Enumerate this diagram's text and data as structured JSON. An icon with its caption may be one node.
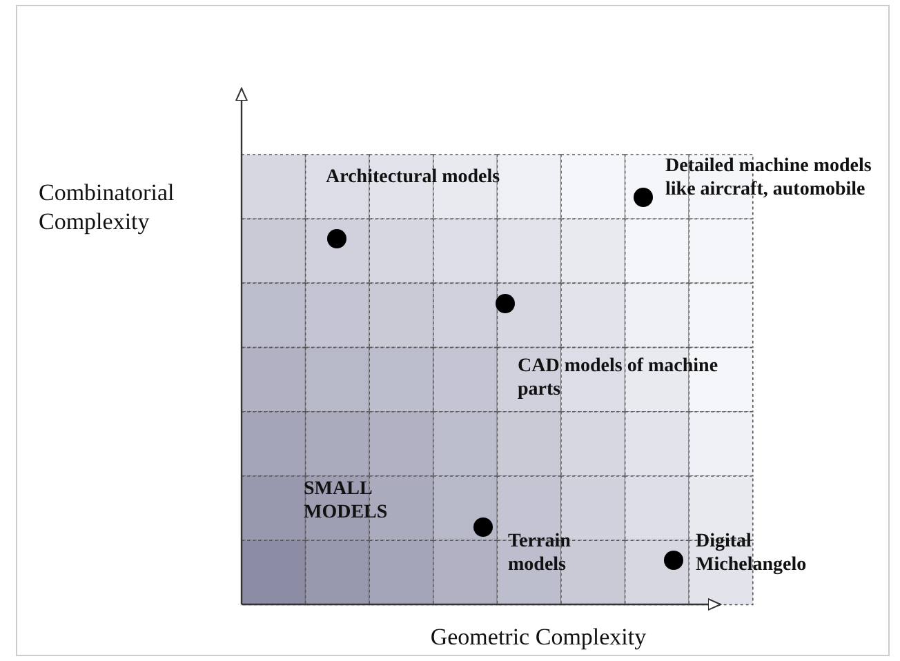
{
  "diagram": {
    "labels": [
      "Combinatorial Complexity",
      "Architectural models",
      "Detailed machine models like aircraft, automobile",
      "CAD models of machine parts",
      "SMALL MODELS",
      "Terrain models",
      "Digital Michelangelo",
      "Geometric Complexity"
    ]
  }
}
